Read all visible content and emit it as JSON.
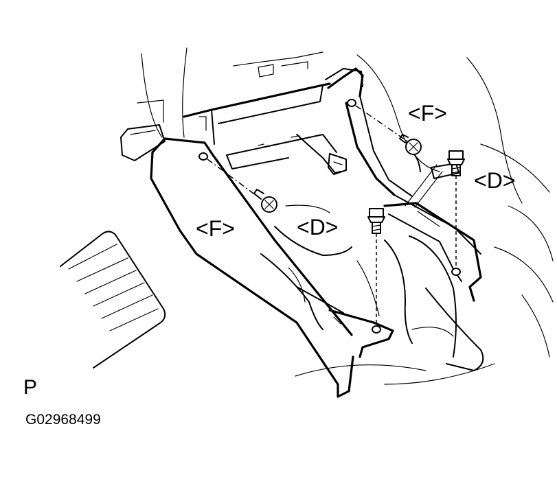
{
  "callouts": {
    "f_upper": "<F>",
    "f_lower": "<F>",
    "d_right": "<D>",
    "d_center": "<D>"
  },
  "caption": {
    "view_letter": "P",
    "figure_code": "G02968499"
  }
}
